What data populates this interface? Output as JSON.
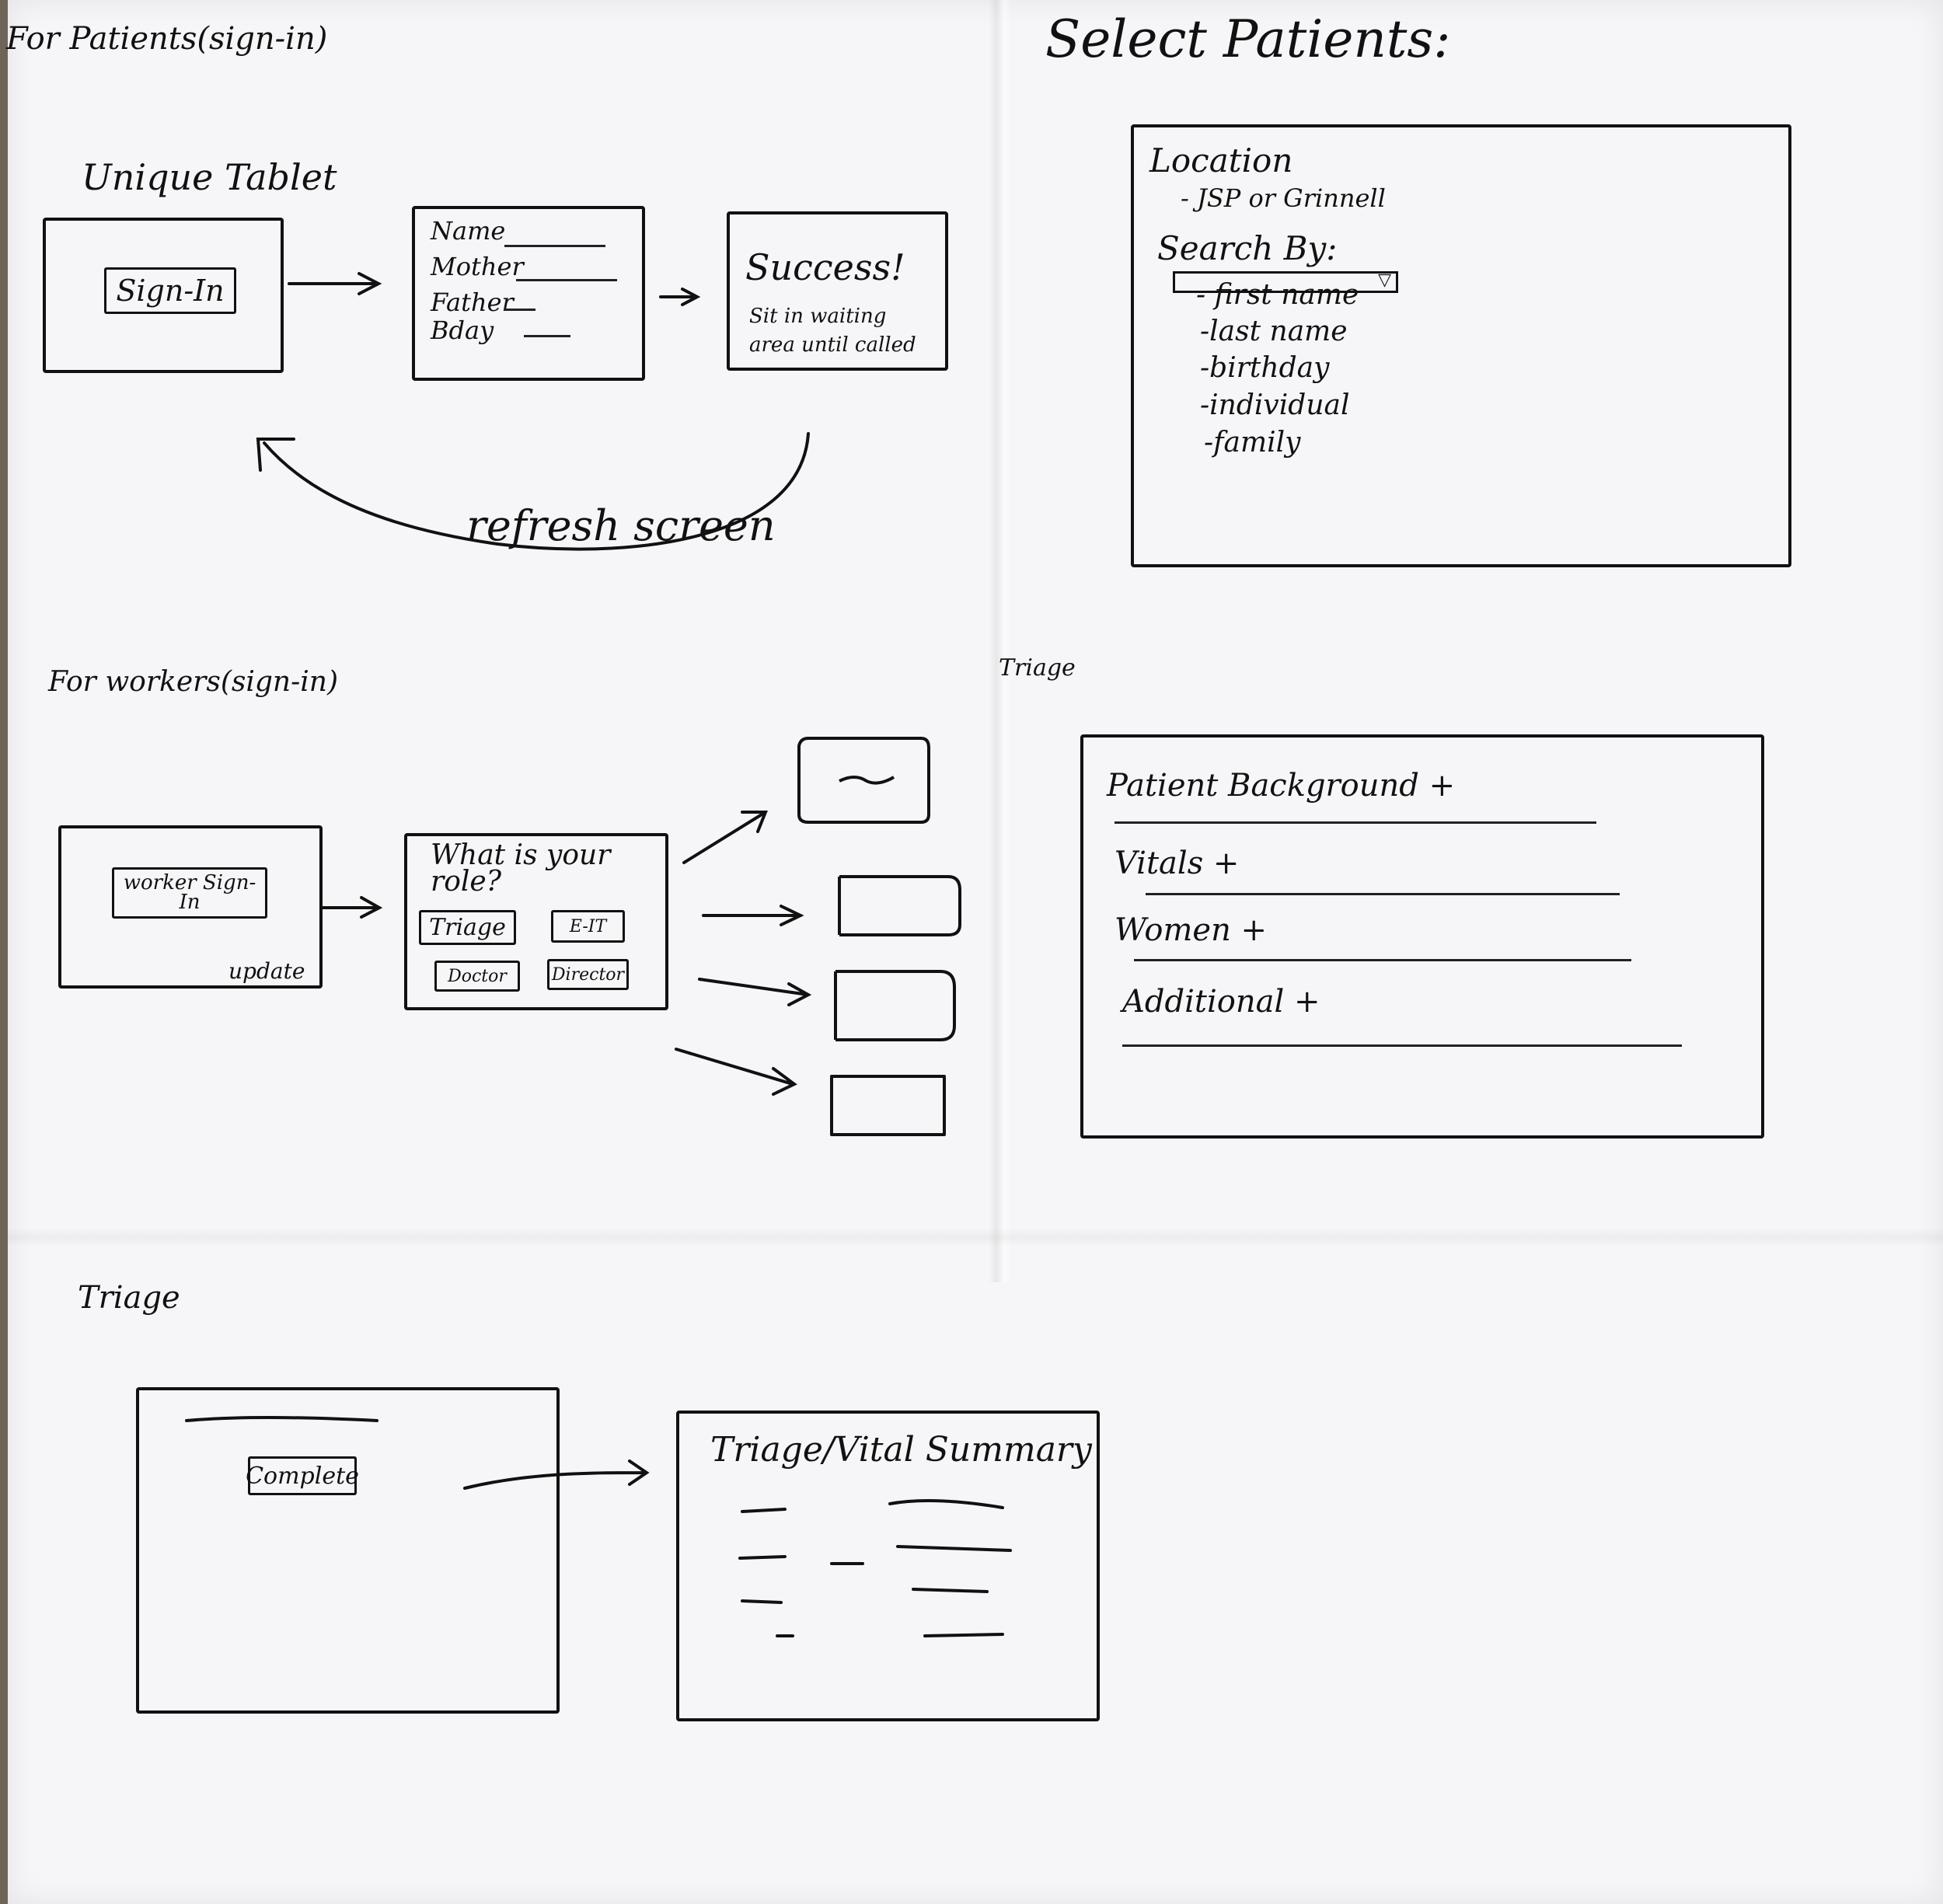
{
  "patients_section": {
    "heading": "For Patients(sign-in)",
    "tablet_label": "Unique Tablet",
    "signin_button": "Sign-In",
    "form_fields": [
      "Name",
      "Mother",
      "Father",
      "Bday"
    ],
    "success_title": "Success!",
    "success_line1": "Sit in waiting",
    "success_line2": "area until called",
    "refresh_label": "refresh screen"
  },
  "select_patients": {
    "title": "Select Patients:",
    "location_label": "Location",
    "location_value": "- JSP or Grinnell",
    "search_by_label": "Search By:",
    "search_options": [
      "- first name",
      "-last name",
      "-birthday",
      "-individual",
      "-family"
    ],
    "dropdown_icon": "triangle-down-icon"
  },
  "workers_section": {
    "heading": "For workers(sign-in)",
    "worker_signin_button": "worker Sign-In",
    "update_label": "update",
    "role_question": "What is your role?",
    "roles": [
      "Triage",
      "E-IT",
      "Doctor",
      "Director"
    ]
  },
  "triage_panel": {
    "title": "Triage",
    "sections": [
      "Patient Background +",
      "Vitals +",
      "Women +",
      "Additional +"
    ]
  },
  "triage_bottom": {
    "title": "Triage",
    "complete_button": "Complete",
    "summary_title": "Triage/Vital Summary"
  }
}
